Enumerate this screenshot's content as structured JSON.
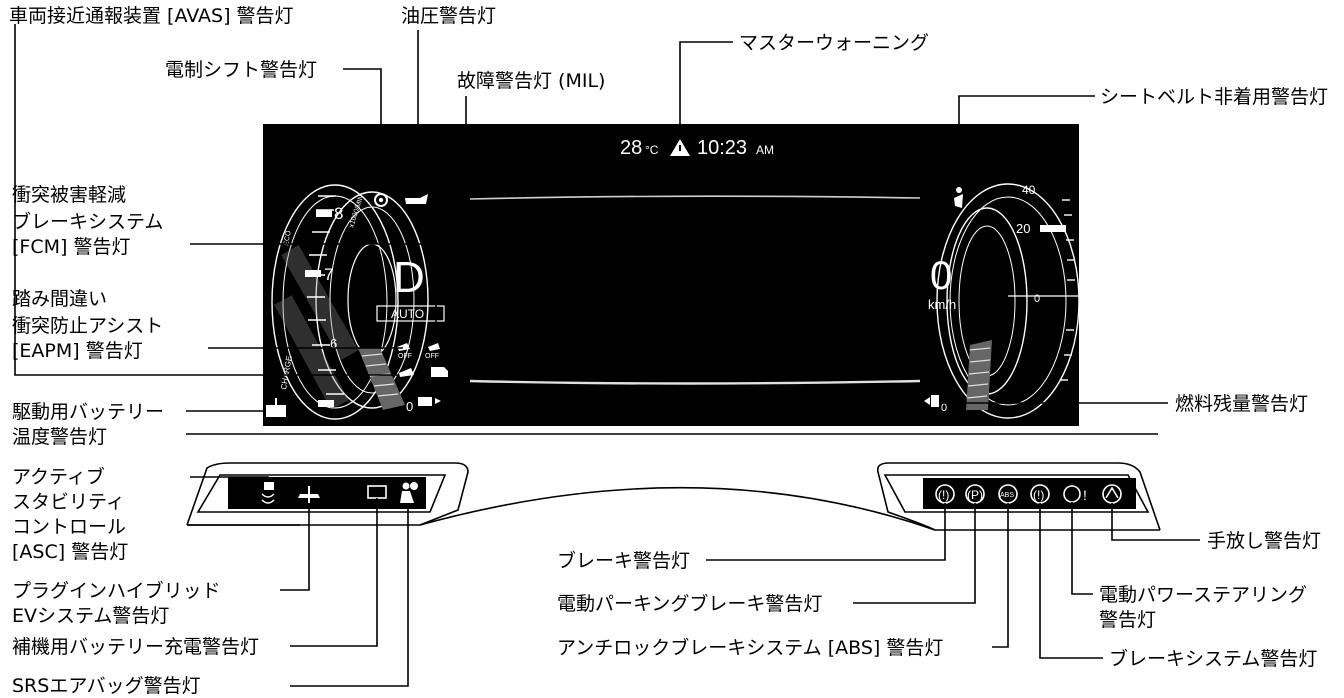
{
  "display": {
    "temperature": "28",
    "temp_unit": "°C",
    "time": "10:23",
    "ampm": "AM",
    "gear": "D",
    "mode": "AUTO",
    "speed": "0",
    "speed_unit": "km/h",
    "tacho_ticks": [
      "8",
      "7",
      "6",
      "0"
    ],
    "tacho_unit": "x1000/MIN",
    "tacho_side_text": [
      "ECO",
      "CHARGE"
    ],
    "speedo_ticks": [
      "40",
      "20",
      "0"
    ],
    "small_off_a": "OFF",
    "small_off_b": "OFF",
    "batt_zero": "0",
    "fuel_zero": "0"
  },
  "labels_left": [
    "車両接近通報装置 [AVAS] 警告灯",
    "電制シフト警告灯",
    "油圧警告灯",
    "故障警告灯 (MIL)",
    "衝突被害軽減",
    "ブレーキシステム",
    "[FCM] 警告灯",
    "踏み間違い",
    "衝突防止アシスト",
    "[EAPM] 警告灯",
    "駆動用バッテリー",
    "温度警告灯",
    "アクティブ",
    "スタビリティ",
    "コントロール",
    "[ASC] 警告灯",
    "プラグインハイブリッド",
    "EVシステム警告灯",
    "補機用バッテリー充電警告灯",
    "SRSエアバッグ警告灯"
  ],
  "labels_right": [
    "マスターウォーニング",
    "シートベルト非着用警告灯",
    "燃料残量警告灯",
    "手放し警告灯",
    "ブレーキ警告灯",
    "電動パワーステアリング",
    "警告灯",
    "電動パーキングブレーキ警告灯",
    "アンチロックブレーキシステム [ABS] 警告灯",
    "ブレーキシステム警告灯"
  ],
  "lower_panel_right_icons": [
    "(!)",
    "(P)",
    "ABS",
    "(!)",
    "!"
  ]
}
